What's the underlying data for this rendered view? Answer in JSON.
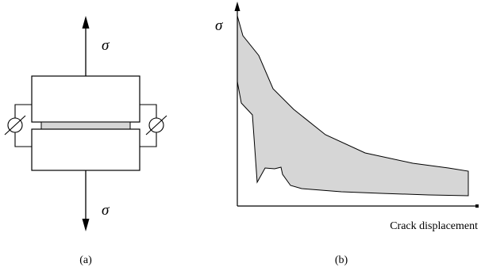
{
  "panel_a": {
    "stress_top": "σ",
    "stress_bottom": "σ",
    "caption": "(a)"
  },
  "panel_b": {
    "y_axis_label": "σ",
    "x_axis_label": "Crack displacement",
    "caption": "(b)",
    "band_fill": "#d6d6d6"
  }
}
